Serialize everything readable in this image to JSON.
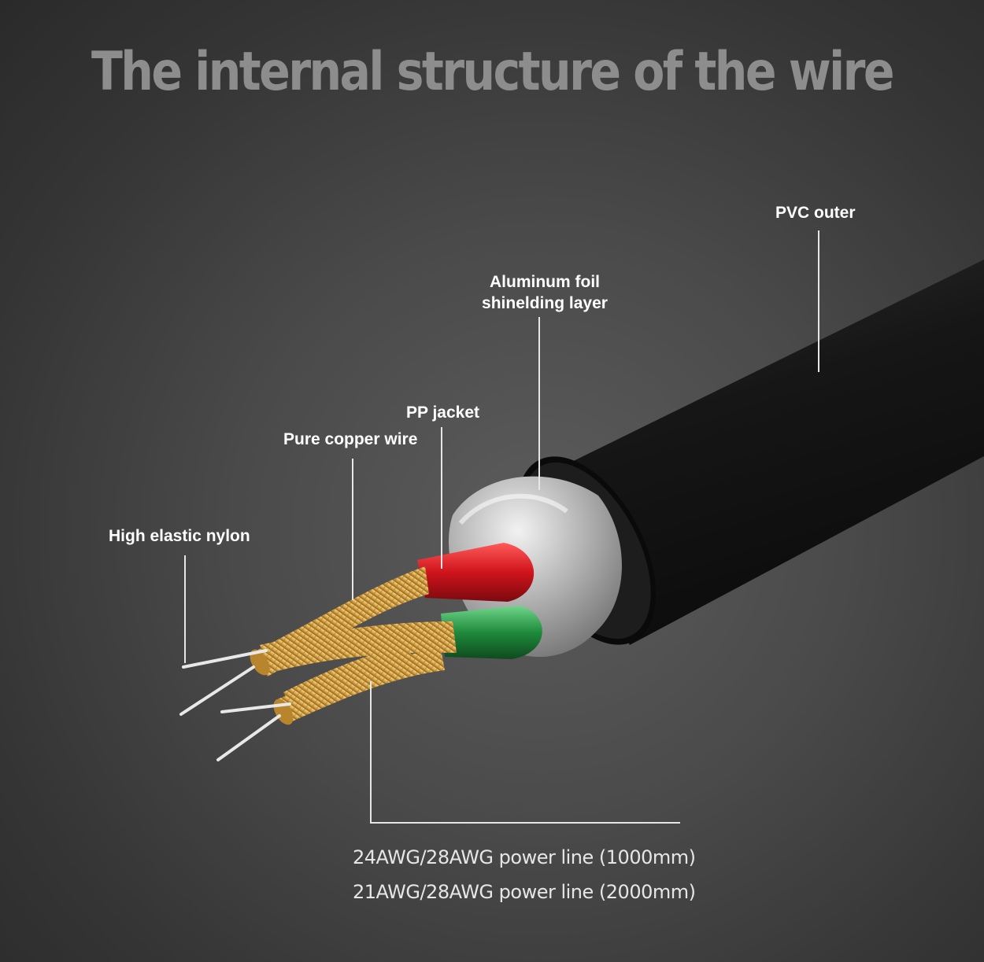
{
  "title": "The internal structure of the wire",
  "labels": {
    "pvc_outer": "PVC outer",
    "aluminum_foil_line1": "Aluminum foil",
    "aluminum_foil_line2": "shinelding layer",
    "pp_jacket": "PP jacket",
    "pure_copper": "Pure copper wire",
    "nylon": "High elastic nylon"
  },
  "specs": [
    "24AWG/28AWG power line (1000mm)",
    "21AWG/28AWG power line (2000mm)"
  ],
  "colors": {
    "outer_jacket": "#1a1a1a",
    "foil": "#b9b9b9",
    "red_insulation": "#c8141c",
    "green_insulation": "#1f8a3c",
    "copper": "#d9a543",
    "nylon": "#e6e6e6",
    "title": "#8d8d8d"
  }
}
